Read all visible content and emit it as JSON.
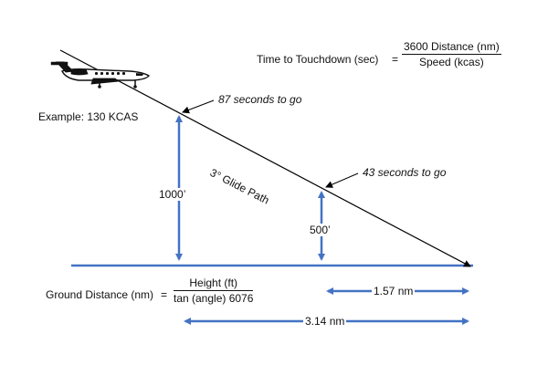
{
  "formulas": {
    "time": {
      "left": "Time to Touchdown (sec)",
      "equals": "=",
      "numerator": "3600 Distance (nm)",
      "denominator": "Speed (kcas)"
    },
    "ground": {
      "left": "Ground Distance (nm)",
      "equals": "=",
      "numerator": "Height (ft)",
      "denominator": "tan (angle) 6076"
    }
  },
  "labels": {
    "example": "Example: 130 KCAS",
    "seconds_87": "87 seconds to go",
    "seconds_43": "43 seconds to go",
    "glide_path": "3° Glide Path",
    "height_1000": "1000’",
    "height_500": "500’",
    "distance_short": "1.57 nm",
    "distance_long": "3.14 nm"
  },
  "colors": {
    "ground_line": "#4472c4",
    "arrows": "#4472c4",
    "glide_line": "#000000",
    "aircraft": "#111111"
  },
  "icons": {
    "aircraft": "business-jet-icon"
  }
}
